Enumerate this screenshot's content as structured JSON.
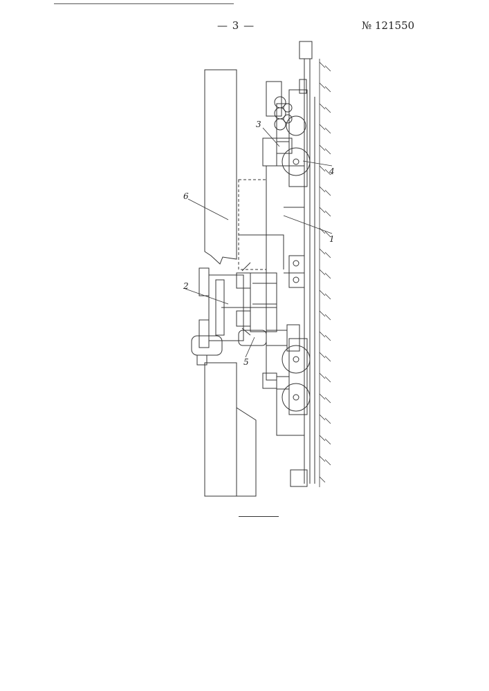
{
  "header": {
    "page_number": "— 3 —",
    "patent_number": "№ 121550"
  },
  "figure": {
    "labels": [
      "1",
      "2",
      "3",
      "4",
      "5",
      "6"
    ],
    "ink_color": "#333333"
  }
}
